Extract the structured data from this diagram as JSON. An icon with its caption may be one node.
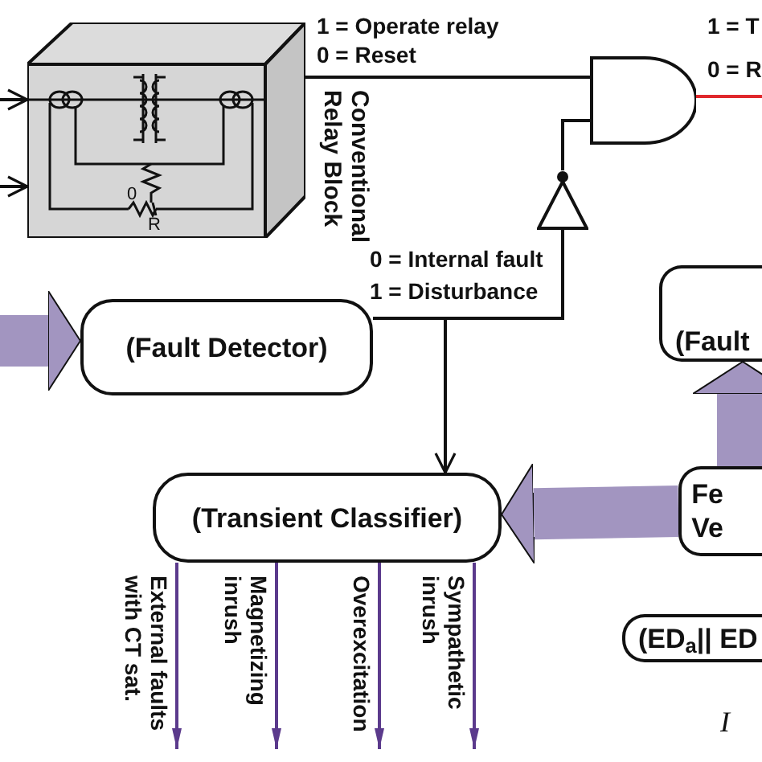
{
  "diagram": {
    "nodes": [
      {
        "text": [],
        "shape": "box",
        "beside": [
          "Conventional Relay Block"
        ]
      },
      {
        "text": [],
        "shape": "gate"
      },
      {
        "text": [],
        "shape": "triangle"
      },
      {
        "text": [
          "(Fault Detector)"
        ]
      },
      {
        "text": [
          "(Transient Classifier)"
        ]
      },
      {
        "text": [
          "(Fault"
        ]
      },
      {
        "text": [
          "Fe Ve"
        ]
      },
      {
        "text": [
          "(ED$_{a}$|| ED"
        ]
      }
    ],
    "edges": [
      {
        "from": null,
        "to": 0,
        "arrow": "to"
      },
      {
        "from": null,
        "to": 0,
        "arrow": "to"
      },
      {
        "from": 0,
        "to": 1,
        "arrow": "none"
      },
      {
        "from": 1,
        "to": null,
        "arrow": "none",
        "color": "#e0282c"
      },
      {
        "from": 2,
        "to": 1,
        "arrow": "none"
      },
      {
        "from": 3,
        "to": 2,
        "arrow": "none"
      },
      {
        "from": 3,
        "to": 4,
        "arrow": "to"
      },
      {
        "from": null,
        "to": 3,
        "arrow": "to",
        "style": "thick",
        "color": "#a295c0"
      },
      {
        "from": 6,
        "to": 4,
        "arrow": "to",
        "style": "thick",
        "color": "#a295c0"
      },
      {
        "from": 6,
        "to": 5,
        "arrow": "to",
        "style": "thick",
        "color": "#a295c0"
      },
      {
        "from": 4,
        "to": null,
        "arrow": "to",
        "label": "External faults with CT sat.",
        "color": "#5b3a8c"
      },
      {
        "from": 4,
        "to": null,
        "arrow": "to",
        "label": "Magnetizing inrush",
        "color": "#5b3a8c"
      },
      {
        "from": 4,
        "to": null,
        "arrow": "to",
        "label": "Overexcitation",
        "color": "#5b3a8c"
      },
      {
        "from": 4,
        "to": null,
        "arrow": "to",
        "label": "Sympathetic inrush",
        "color": "#5b3a8c"
      }
    ],
    "labels": [
      "1 = Operate relay",
      "0 = Reset",
      "1 = T",
      "0 = R",
      "0",
      "R",
      "0 = Internal fault",
      "1 = Disturbance",
      "I"
    ]
  }
}
